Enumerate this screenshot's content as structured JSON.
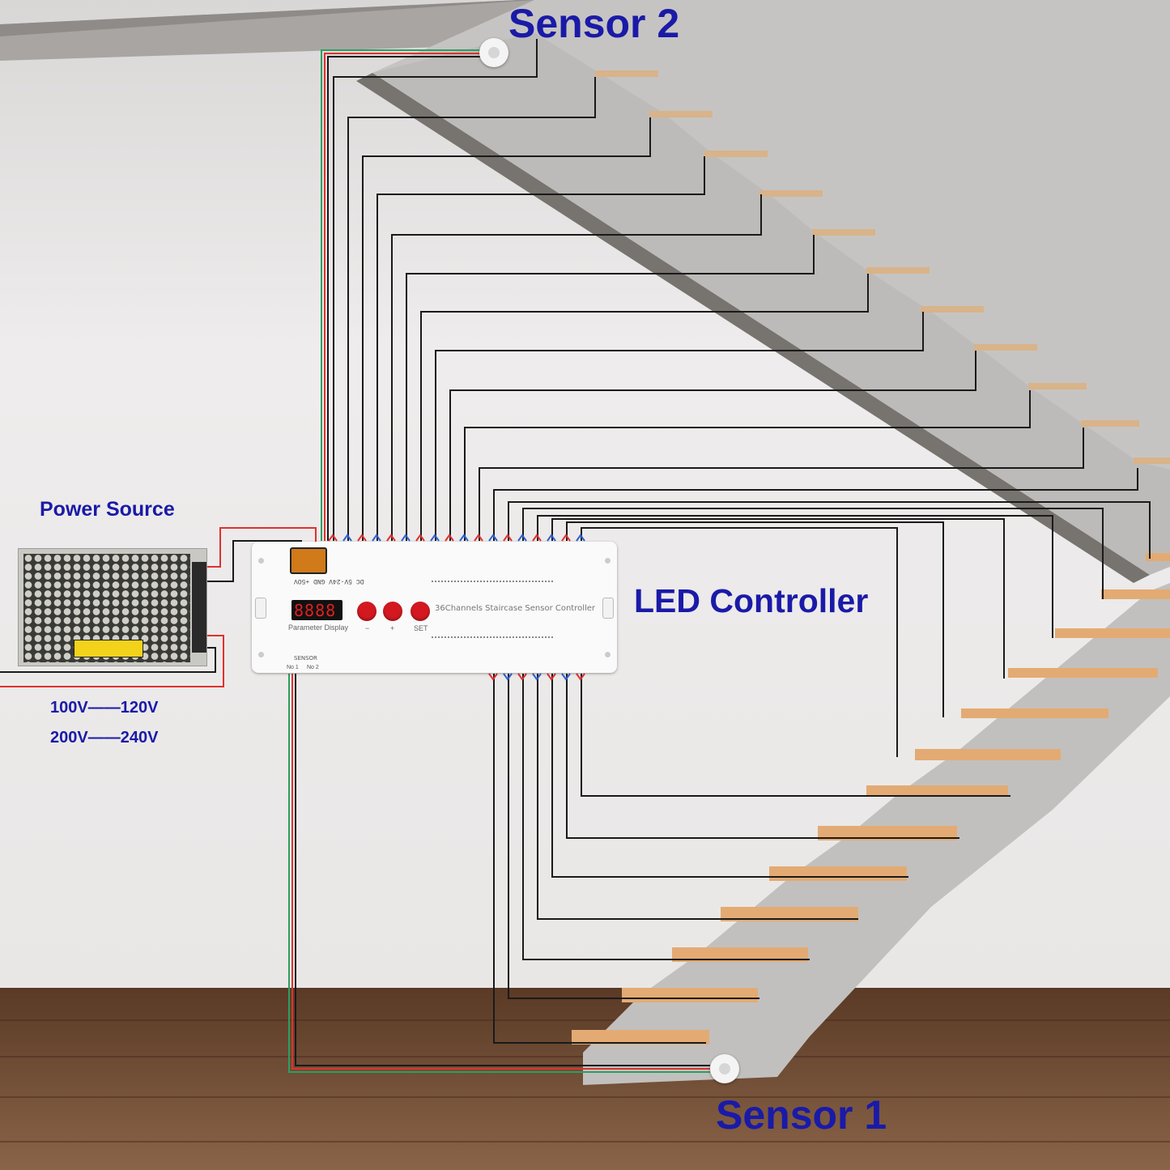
{
  "labels": {
    "sensor2": "Sensor 2",
    "sensor1": "Sensor 1",
    "led_controller": "LED Controller",
    "power_source": "Power Source",
    "voltage_low": "100V——120V",
    "voltage_high": "200V——240V"
  },
  "controller": {
    "title": "36Channels Staircase Sensor Controller",
    "display_digits": "8888",
    "display_label": "Parameter Display",
    "button_minus": "−",
    "button_plus": "+",
    "button_set": "SET",
    "switch_text": "DC 5V-24V  GND +5OV",
    "sensor_port_label": "SENSOR",
    "sensor_no1": "No 1",
    "sensor_no2": "No 2"
  },
  "colors": {
    "label_blue": "#1a1aa8",
    "wire_red": "#e03030",
    "wire_green": "#2aa060",
    "wire_black": "#1a1a1a",
    "button_red": "#d41820"
  },
  "icons": {
    "sensor": "motion-sensor-icon",
    "power_supply": "power-supply-icon",
    "controller": "led-controller-icon"
  }
}
